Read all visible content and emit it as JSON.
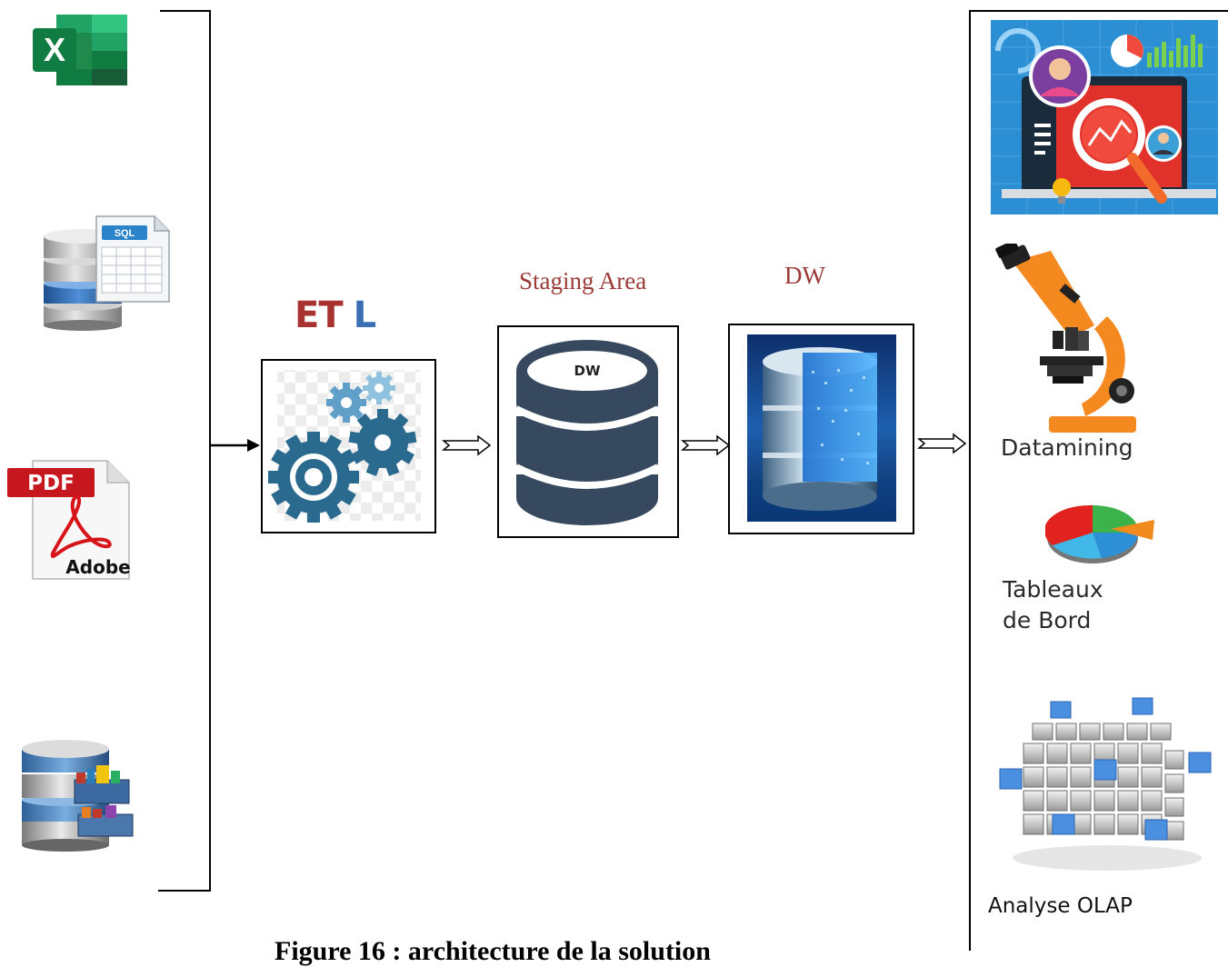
{
  "sources": {
    "excel_letter": "X",
    "sql_badge": "SQL",
    "pdf_badge": "PDF",
    "adobe_label": "Adobe"
  },
  "etl": {
    "title_red": "ET",
    "title_blue": "L"
  },
  "staging": {
    "label": "Staging Area",
    "db_label": "DW"
  },
  "dw": {
    "label": "DW"
  },
  "outputs": {
    "datamining": "Datamining",
    "tableaux_line1": "Tableaux",
    "tableaux_line2": "de Bord",
    "olap": "Analyse OLAP"
  },
  "caption": "Figure 16 : architecture de la solution",
  "colors": {
    "etl_red": "#a8322f",
    "etl_blue": "#3d6fb5",
    "label_red": "#9b3a37",
    "db_dark": "#36495e",
    "gear_dark": "#2b6a8f",
    "gear_light": "#7fb6d6"
  }
}
